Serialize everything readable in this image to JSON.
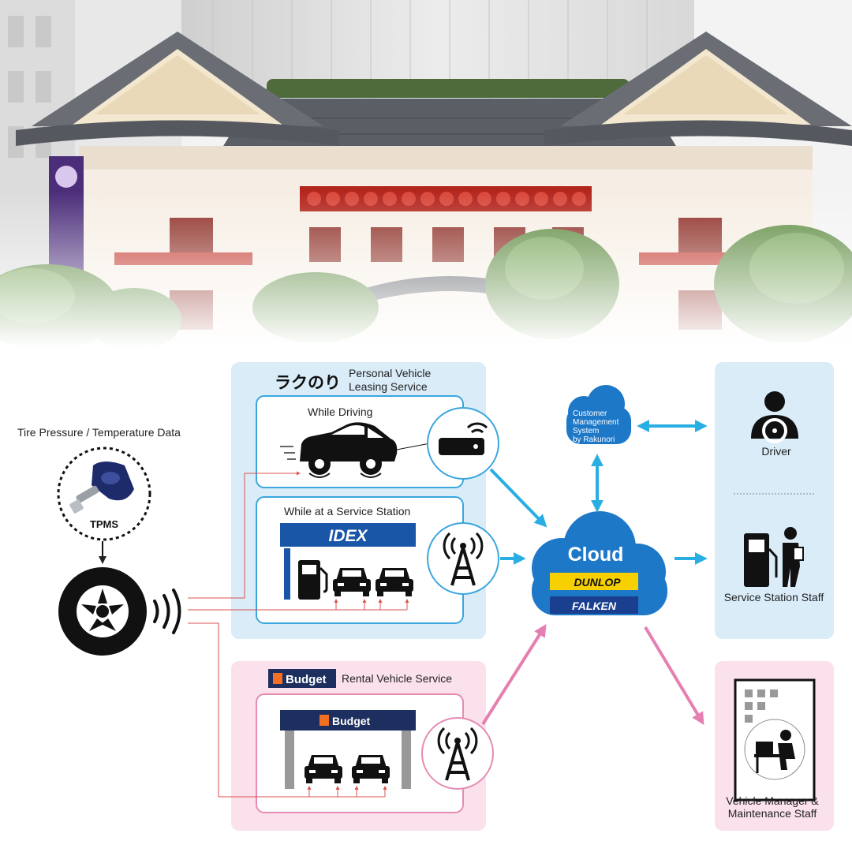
{
  "sensor": {
    "caption": "Tire Pressure / Temperature Data",
    "device_label": "TPMS"
  },
  "rakunori": {
    "brand": "ラクのり",
    "title_line1": "Personal Vehicle",
    "title_line2": "Leasing Service",
    "driving_label": "While Driving",
    "station_label": "While at a Service Station",
    "station_brand": "IDEX"
  },
  "budget": {
    "brand": "Budget",
    "title": "Rental Vehicle Service",
    "sign_brand": "Budget"
  },
  "cms": {
    "line1": "Customer",
    "line2": "Management",
    "line3": "System",
    "line4": "by Rakunori"
  },
  "cloud": {
    "title": "Cloud",
    "brand1": "DUNLOP",
    "brand2": "FALKEN"
  },
  "recipients": {
    "driver": "Driver",
    "station_staff": "Service Station Staff",
    "manager_line1": "Vehicle Manager &",
    "manager_line2": "Maintenance Staff"
  },
  "colors": {
    "blue_panel": "#d9ecf8",
    "pink_panel": "#fbe1ec",
    "blue_border": "#3aa6dd",
    "pink_border": "#e58bb4",
    "blue_arrow": "#29aee3",
    "pink_arrow": "#e67fb1",
    "cloud": "#1e78c8",
    "dunlop_yellow": "#f6d000",
    "idex_blue": "#1a56a8",
    "budget_navy": "#1c2f5e",
    "budget_orange": "#f36f21"
  }
}
